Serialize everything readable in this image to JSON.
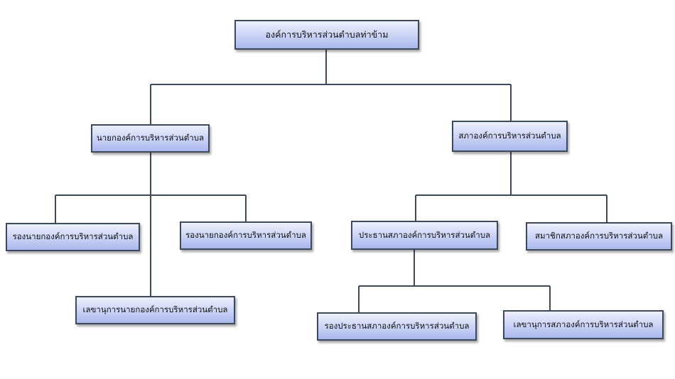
{
  "root": {
    "label": "องค์การบริหารส่วนตำบลท่าข้าม"
  },
  "mayor": {
    "label": "นายกองค์การบริหารส่วนตำบล"
  },
  "council": {
    "label": "สภาองค์การบริหารส่วนตำบล"
  },
  "deputy_mayor_1": {
    "label": "รองนายกองค์การบริหารส่วนตำบล"
  },
  "deputy_mayor_2": {
    "label": "รองนายกองค์การบริหารส่วนตำบล"
  },
  "mayor_secretary": {
    "label": "เลขานุการนายกองค์การบริหารส่วนตำบล"
  },
  "council_chairman": {
    "label": "ประธานสภาองค์การบริหารส่วนตำบล"
  },
  "council_member": {
    "label": "สมาชิกสภาองค์การบริหารส่วนตำบล"
  },
  "council_vice_chairman": {
    "label": "รองประธานสภาองค์การบริหารส่วนตำบล"
  },
  "council_secretary": {
    "label": "เลขานุการสภาองค์การบริหารส่วนตำบล"
  },
  "colors": {
    "line": "#3d4a5c",
    "box_top": "#eef0fc",
    "box_bottom": "#a9b7ec"
  }
}
